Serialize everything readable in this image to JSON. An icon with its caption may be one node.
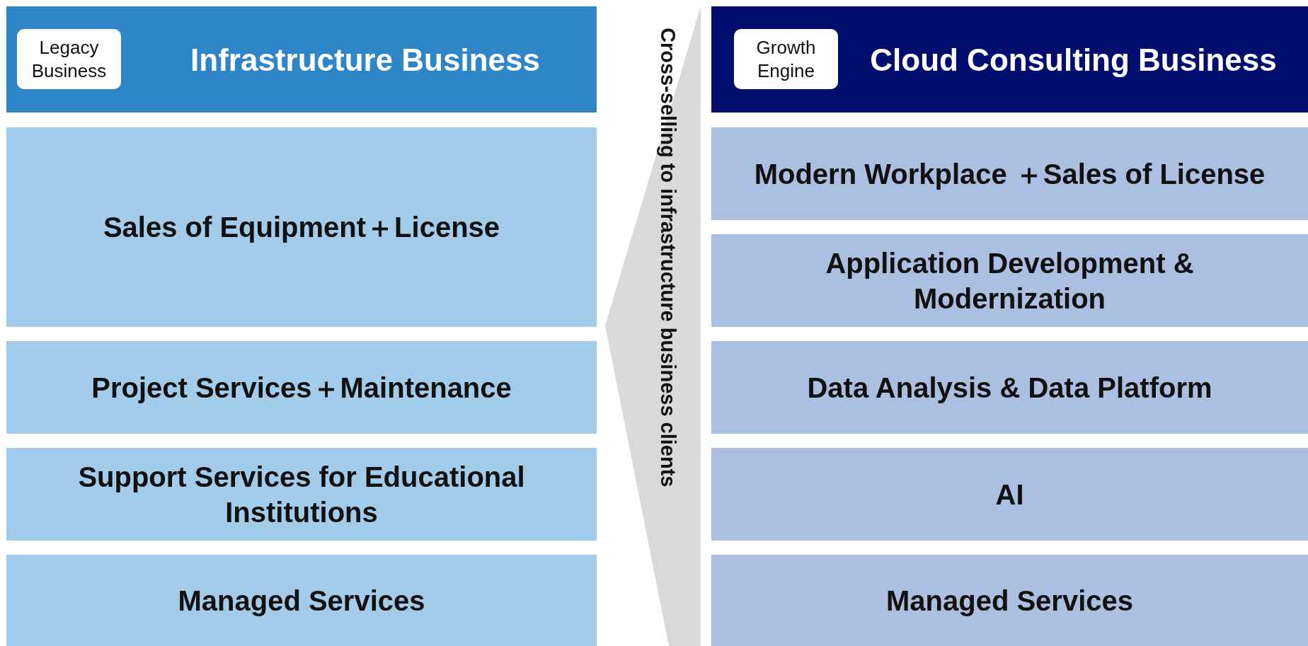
{
  "diagram": {
    "nodes": [
      {
        "text": [
          "Infrastructure Business"
        ]
      },
      {
        "text": [
          "Legacy Business"
        ],
        "in": 0
      },
      {
        "text": [
          "Cloud Consulting Business"
        ]
      },
      {
        "text": [
          "Growth Engine"
        ],
        "in": 2
      },
      {
        "text": [
          "Cross-selling to infrastructure business clients"
        ]
      },
      {
        "text": [
          "Sales of Equipment＋License"
        ]
      },
      {
        "text": [
          "Project Services＋Maintenance"
        ]
      },
      {
        "text": [
          "Support Services for Educational Institutions"
        ]
      },
      {
        "text": [
          "Managed Services"
        ]
      },
      {
        "text": [
          "Modern Workplace ＋Sales of License"
        ]
      },
      {
        "text": [
          "Application Development & Modernization"
        ]
      },
      {
        "text": [
          "Data Analysis & Data Platform"
        ]
      },
      {
        "text": [
          "AI"
        ]
      },
      {
        "text": [
          "Managed Services"
        ]
      }
    ]
  }
}
